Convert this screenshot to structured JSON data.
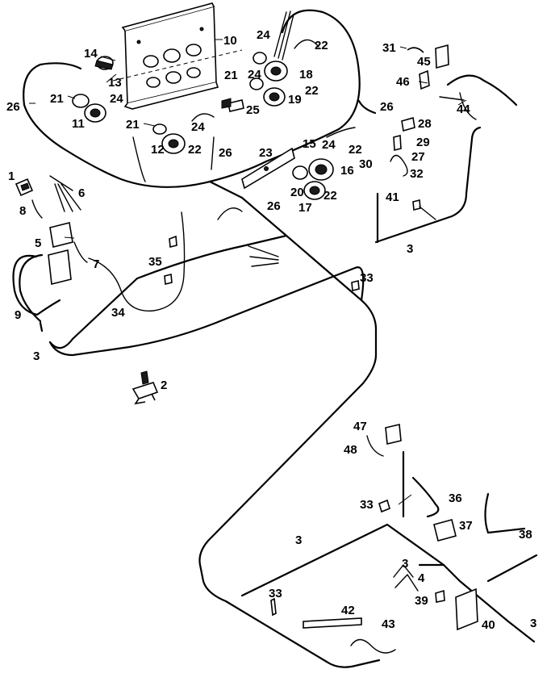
{
  "callouts": {
    "c1": "1",
    "c2": "2",
    "c3": "3",
    "c4": "4",
    "c5": "5",
    "c6": "6",
    "c7": "7",
    "c8": "8",
    "c9": "9",
    "c10": "10",
    "c11": "11",
    "c12": "12",
    "c13": "13",
    "c14": "14",
    "c15": "15",
    "c16": "16",
    "c17": "17",
    "c18": "18",
    "c19": "19",
    "c20": "20",
    "c21": "21",
    "c22": "22",
    "c23": "23",
    "c24": "24",
    "c25": "25",
    "c26": "26",
    "c27": "27",
    "c28": "28",
    "c29": "29",
    "c30": "30",
    "c31": "31",
    "c32": "32",
    "c33": "33",
    "c34": "34",
    "c35": "35",
    "c36": "36",
    "c37": "37",
    "c38": "38",
    "c39": "39",
    "c40": "40",
    "c41": "41",
    "c42": "42",
    "c43": "43",
    "c44": "44",
    "c45": "45",
    "c46": "46",
    "c47": "47",
    "c48": "48"
  }
}
